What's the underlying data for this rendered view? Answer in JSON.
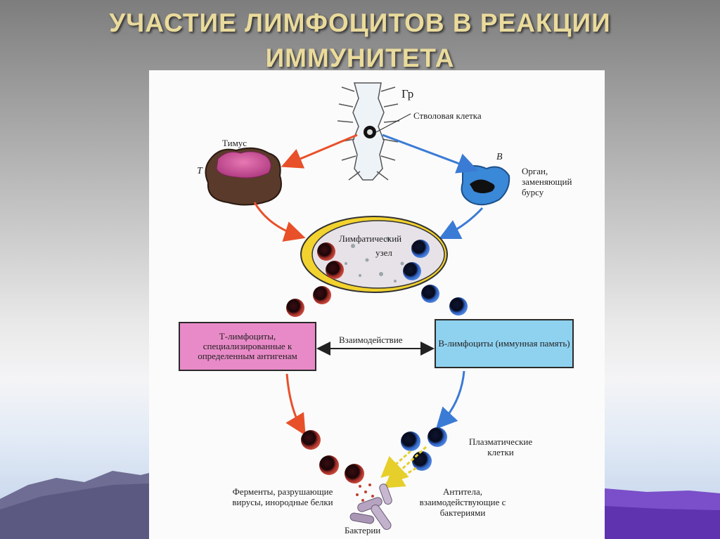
{
  "slide": {
    "title": "УЧАСТИЕ ЛИМФОЦИТОВ В РЕАКЦИИ ИММУНИТЕТА"
  },
  "diagram": {
    "label_gr": "Гр",
    "label_stem_cell": "Стволовая клетка",
    "label_thymus": "Тимус",
    "label_T": "Т",
    "label_B": "В",
    "label_bursa_organ": "Орган, заменяющий бурсу",
    "label_lymph_node_1": "Лимфатический",
    "label_lymph_node_2": "узел",
    "t_box": "Т-лимфоциты, специализированные к определенным антигенам",
    "b_box": "В-лимфоциты (иммунная память)",
    "label_interaction": "Взаимодействие",
    "label_plasma_cells": "Плазматические клетки",
    "label_enzymes": "Ферменты, разрушающие вирусы, инородные белки",
    "label_antibodies": "Антитела, взаимодействующие с бактериями",
    "label_bacteria": "Бактерии",
    "colors": {
      "t_line": "#e8502a",
      "b_line": "#3a7bd5",
      "t_box": "#e98ac8",
      "b_box": "#8fd2f0",
      "node_rim": "#f2d22e"
    }
  }
}
